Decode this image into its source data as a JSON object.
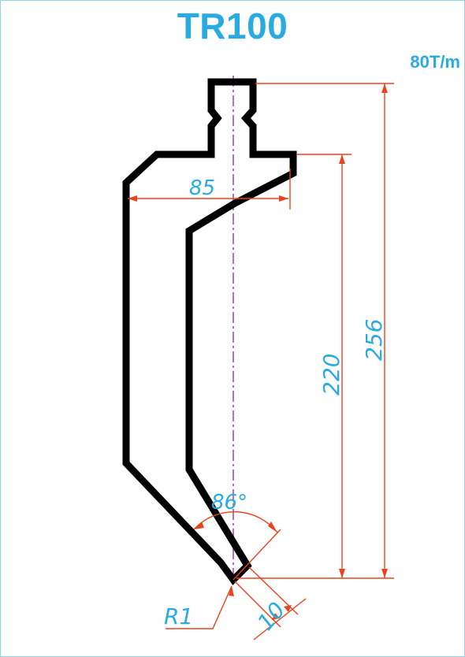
{
  "title": "TR100",
  "capacity": "80T/m",
  "dimensions": {
    "width": "85",
    "height_working": "220",
    "height_total": "256",
    "angle": "86°",
    "radius": "R1",
    "tip_width": "10"
  },
  "colors": {
    "profile": "#000000",
    "dimension_lines": "#e8431c",
    "dimension_text": "#29abe2",
    "center_line": "#a0409f",
    "frame": "#8fd3ee"
  }
}
